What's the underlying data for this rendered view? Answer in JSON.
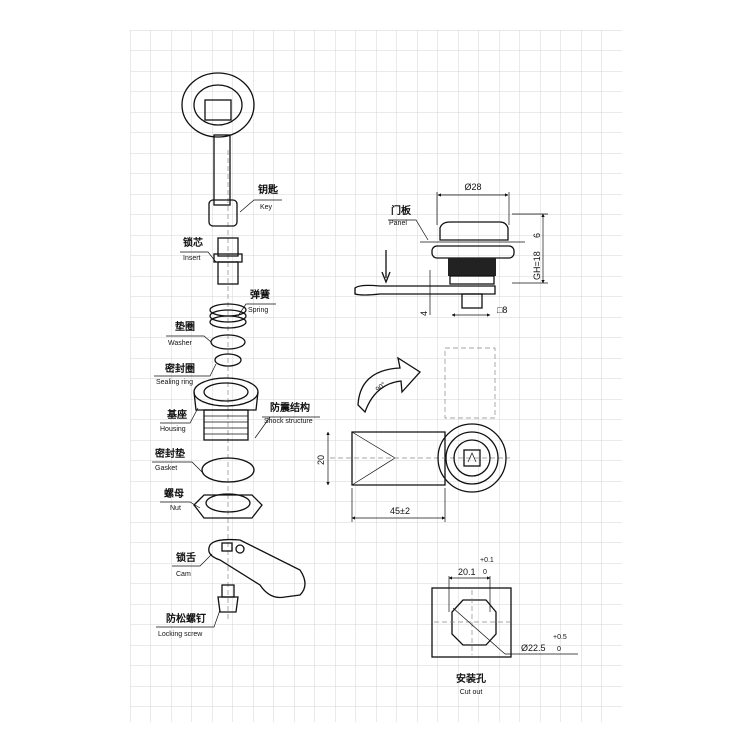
{
  "exploded_view": {
    "parts": [
      {
        "cn": "钥匙",
        "en": "Key"
      },
      {
        "cn": "锁芯",
        "en": "Insert"
      },
      {
        "cn": "弹簧",
        "en": "Spring"
      },
      {
        "cn": "垫圈",
        "en": "Washer"
      },
      {
        "cn": "密封圈",
        "en": "Sealing ring"
      },
      {
        "cn": "基座",
        "en": "Housing"
      },
      {
        "cn": "防震结构",
        "en": "Shock structure"
      },
      {
        "cn": "密封垫",
        "en": "Gasket"
      },
      {
        "cn": "螺母",
        "en": "Nut"
      },
      {
        "cn": "锁舌",
        "en": "Cam"
      },
      {
        "cn": "防松螺钉",
        "en": "Locking screw"
      }
    ]
  },
  "side_view": {
    "diameter": "Ø28",
    "panel_cn": "门板",
    "panel_en": "Panel",
    "gh": "GH=18",
    "top": "6",
    "offset": "4",
    "square": "□8"
  },
  "front_view": {
    "rotation": "90°",
    "height": "20",
    "length": "45±2"
  },
  "cutout": {
    "width": "20.1",
    "width_tol_upper": "+0.1",
    "width_tol_lower": "0",
    "diameter": "Ø22.5",
    "dia_tol_upper": "+0.5",
    "dia_tol_lower": "0",
    "label_cn": "安装孔",
    "label_en": "Cut out"
  }
}
